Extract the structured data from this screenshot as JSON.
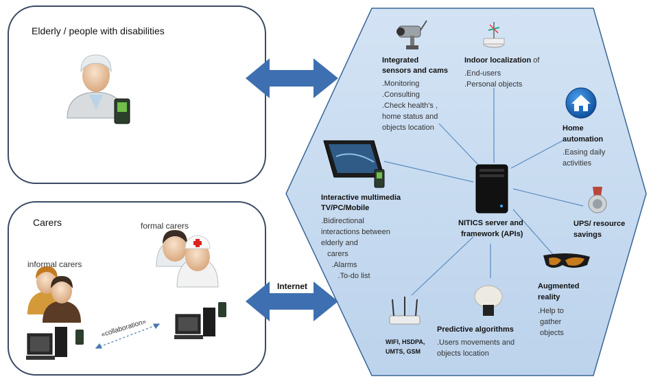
{
  "users_panel": {
    "title": "Elderly / people with disabilities"
  },
  "carers_panel": {
    "title": "Carers",
    "formal": "formal carers",
    "informal": "informal carers",
    "collaboration": "«collaboration»"
  },
  "internet_label": "Internet",
  "services": {
    "sensors": {
      "title1": "Integrated",
      "title2": "sensors and cams",
      "items": [
        ".Monitoring",
        ".Consulting",
        ".Check health's ,",
        " home  status and",
        " objects location"
      ]
    },
    "indoor": {
      "title": "Indoor localization",
      "title_suffix": " of",
      "items": [
        ".End-users",
        ".Personal objects"
      ]
    },
    "home": {
      "title1": "Home",
      "title2": "automation",
      "items": [
        ".Easing daily",
        " activities"
      ]
    },
    "multimedia": {
      "title1": "Interactive multimedia",
      "title2": "TV/PC/Mobile",
      "items": [
        ".Bidirectional",
        "interactions between",
        "elderly and",
        "   carers",
        "     .Alarms",
        "        .To-do list"
      ]
    },
    "server": {
      "line1": "NITICS server and",
      "line2": "framework (APIs)"
    },
    "ups": {
      "line1": "UPS/ resource",
      "line2": "savings"
    },
    "ar": {
      "title1": "Augmented",
      "title2": "reality",
      "items": [
        ".Help to",
        " gather",
        " objects"
      ]
    },
    "predictive": {
      "title": "Predictive algorithms",
      "items": [
        ".Users movements and",
        "objects location"
      ]
    },
    "wireless": {
      "line1": "WIFI, HSDPA,",
      "line2": "UMTS, GSM"
    }
  },
  "colors": {
    "hexagon_fill": "#c5d9ef",
    "hexagon_stroke": "#3a6597",
    "arrow": "#3e6fb0",
    "panel_stroke": "#3a4a63",
    "home_icon": "#1e6fc9"
  }
}
